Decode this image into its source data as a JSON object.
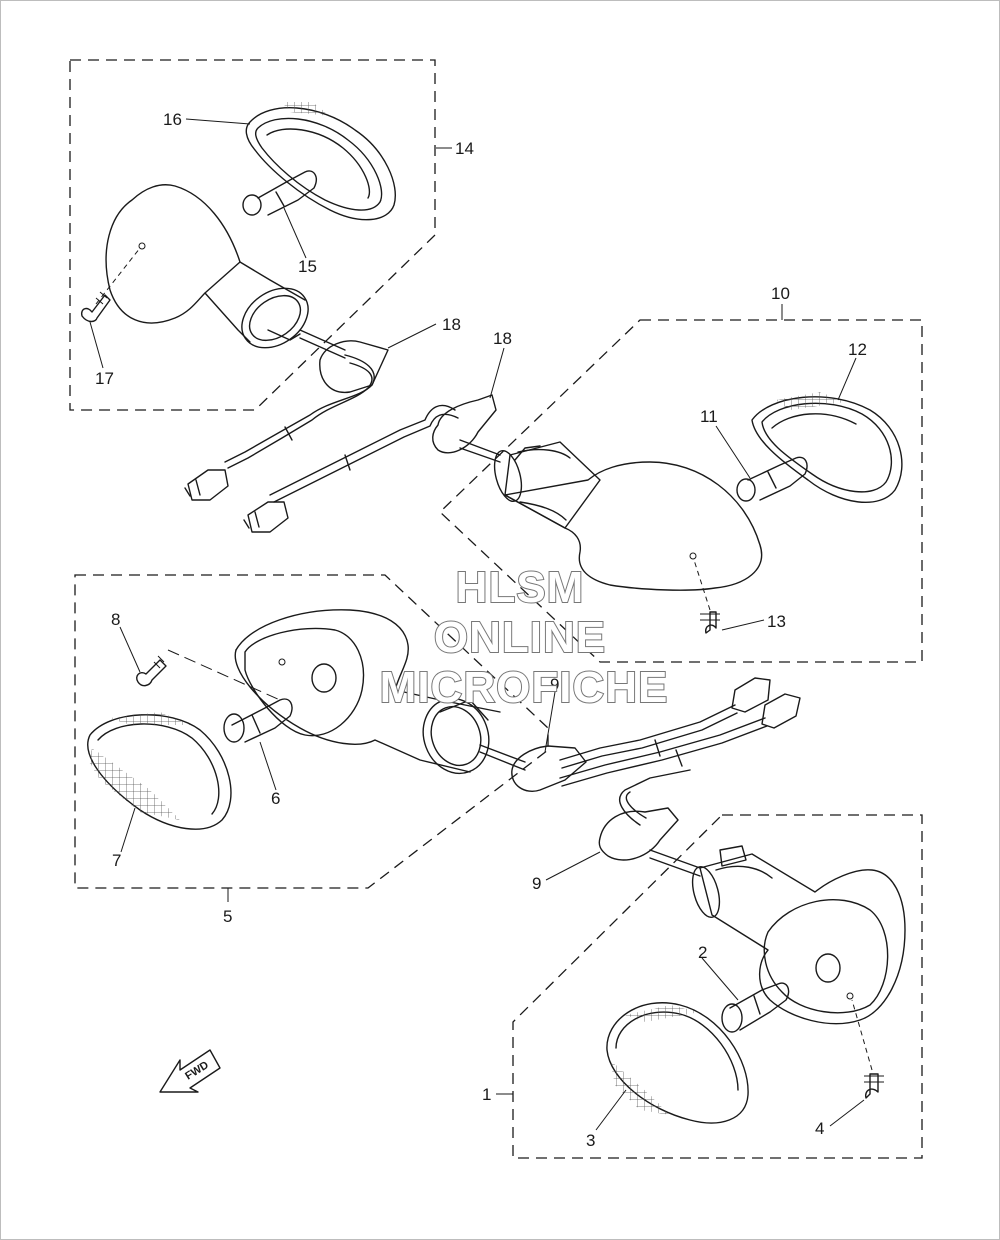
{
  "watermark": {
    "line1": "HLSM",
    "line2": "ONLINE",
    "line3": "MICROFICHE"
  },
  "fwd_label": "FWD",
  "callouts": {
    "c1": "1",
    "c2": "2",
    "c3": "3",
    "c4": "4",
    "c5": "5",
    "c6": "6",
    "c7": "7",
    "c8": "8",
    "c9a": "9",
    "c9b": "9",
    "c10": "10",
    "c11": "11",
    "c12": "12",
    "c13": "13",
    "c14": "14",
    "c15": "15",
    "c16": "16",
    "c17": "17",
    "c18a": "18",
    "c18b": "18"
  }
}
